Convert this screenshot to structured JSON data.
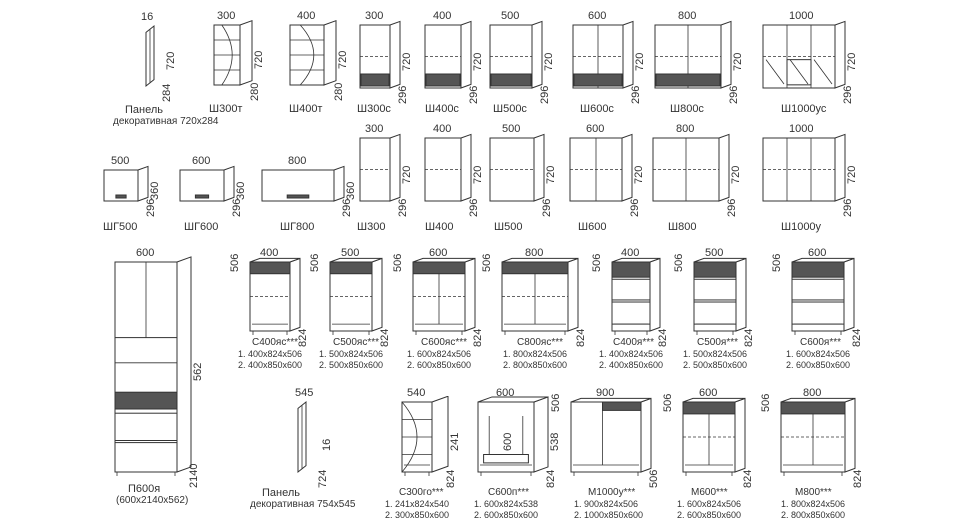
{
  "items": [
    {
      "id": "panel720",
      "name": "Панель",
      "name2": "декоративная 720x284",
      "dims": [
        "16",
        "720",
        "284"
      ]
    },
    {
      "id": "sh300t",
      "name": "Ш300т",
      "dims": [
        "300",
        "720",
        "280"
      ]
    },
    {
      "id": "sh400t",
      "name": "Ш400т",
      "dims": [
        "400",
        "720",
        "280"
      ]
    },
    {
      "id": "sh300s",
      "name": "Ш300с",
      "dims": [
        "300",
        "720",
        "296"
      ]
    },
    {
      "id": "sh400s",
      "name": "Ш400с",
      "dims": [
        "400",
        "720",
        "296"
      ]
    },
    {
      "id": "sh500s",
      "name": "Ш500с",
      "dims": [
        "500",
        "720",
        "296"
      ]
    },
    {
      "id": "sh600s",
      "name": "Ш600с",
      "dims": [
        "600",
        "720",
        "296"
      ]
    },
    {
      "id": "sh800s",
      "name": "Ш800с",
      "dims": [
        "800",
        "720",
        "296"
      ]
    },
    {
      "id": "sh1000us",
      "name": "Ш1000ус",
      "dims": [
        "1000",
        "720",
        "296"
      ]
    },
    {
      "id": "shg500",
      "name": "ШГ500",
      "dims": [
        "500",
        "360",
        "296"
      ]
    },
    {
      "id": "shg600",
      "name": "ШГ600",
      "dims": [
        "600",
        "360",
        "296"
      ]
    },
    {
      "id": "shg800",
      "name": "ШГ800",
      "dims": [
        "800",
        "360",
        "296"
      ]
    },
    {
      "id": "sh300",
      "name": "Ш300",
      "dims": [
        "300",
        "720",
        "296"
      ]
    },
    {
      "id": "sh400",
      "name": "Ш400",
      "dims": [
        "400",
        "720",
        "296"
      ]
    },
    {
      "id": "sh500",
      "name": "Ш500",
      "dims": [
        "500",
        "720",
        "296"
      ]
    },
    {
      "id": "sh600",
      "name": "Ш600",
      "dims": [
        "600",
        "720",
        "296"
      ]
    },
    {
      "id": "sh800",
      "name": "Ш800",
      "dims": [
        "800",
        "720",
        "296"
      ]
    },
    {
      "id": "sh1000u",
      "name": "Ш1000у",
      "dims": [
        "1000",
        "720",
        "296"
      ]
    },
    {
      "id": "p600ya",
      "name": "П600я",
      "name2": "(600x2140x562)",
      "dims": [
        "600",
        "562",
        "2140"
      ]
    },
    {
      "id": "s400yas",
      "name": "С400яс***",
      "dims": [
        "400",
        "506",
        "824"
      ],
      "specs": [
        "1. 400x824x506",
        "2. 400x850x600"
      ]
    },
    {
      "id": "s500yas",
      "name": "С500яс***",
      "dims": [
        "500",
        "506",
        "824"
      ],
      "specs": [
        "1. 500x824x506",
        "2. 500x850x600"
      ]
    },
    {
      "id": "s600yas",
      "name": "С600яс***",
      "dims": [
        "600",
        "506",
        "824"
      ],
      "specs": [
        "1. 600x824x506",
        "2. 600x850x600"
      ]
    },
    {
      "id": "s800yas",
      "name": "С800яс***",
      "dims": [
        "800",
        "506",
        "824"
      ],
      "specs": [
        "1. 800x824x506",
        "2. 800x850x600"
      ]
    },
    {
      "id": "s400ya",
      "name": "С400я***",
      "dims": [
        "400",
        "506",
        "824"
      ],
      "specs": [
        "1. 400x824x506",
        "2. 400x850x600"
      ]
    },
    {
      "id": "s500ya",
      "name": "С500я***",
      "dims": [
        "500",
        "506",
        "824"
      ],
      "specs": [
        "1. 500x824x506",
        "2. 500x850x600"
      ]
    },
    {
      "id": "s600ya",
      "name": "С600я***",
      "dims": [
        "600",
        "506",
        "824"
      ],
      "specs": [
        "1. 600x824x506",
        "2. 600x850x600"
      ]
    },
    {
      "id": "panel754",
      "name": "Панель",
      "name2": "декоративная 754x545",
      "dims": [
        "545",
        "16",
        "724"
      ]
    },
    {
      "id": "s300go",
      "name": "С300го***",
      "dims": [
        "540",
        "241",
        "824"
      ],
      "specs": [
        "1. 241x824x540",
        "2. 300x850x600"
      ]
    },
    {
      "id": "s600p",
      "name": "С600п***",
      "dims": [
        "600",
        "538",
        "824",
        "600"
      ],
      "specs": [
        "1. 600x824x538",
        "2. 600x850x600"
      ]
    },
    {
      "id": "m1000u",
      "name": "М1000у***",
      "dims": [
        "900",
        "506",
        "506"
      ],
      "specs": [
        "1. 900x824x506",
        "2. 1000x850x600"
      ]
    },
    {
      "id": "m600",
      "name": "М600***",
      "dims": [
        "600",
        "506",
        "824"
      ],
      "specs": [
        "1. 600x824x506",
        "2. 600x850x600"
      ]
    },
    {
      "id": "m800",
      "name": "М800***",
      "dims": [
        "800",
        "506",
        "824"
      ],
      "specs": [
        "1. 800x824x506",
        "2. 800x850x600"
      ]
    }
  ],
  "colors": {
    "line": "#333333",
    "dark": "#555555",
    "light": "#8a8a8a",
    "bg": "#ffffff"
  }
}
